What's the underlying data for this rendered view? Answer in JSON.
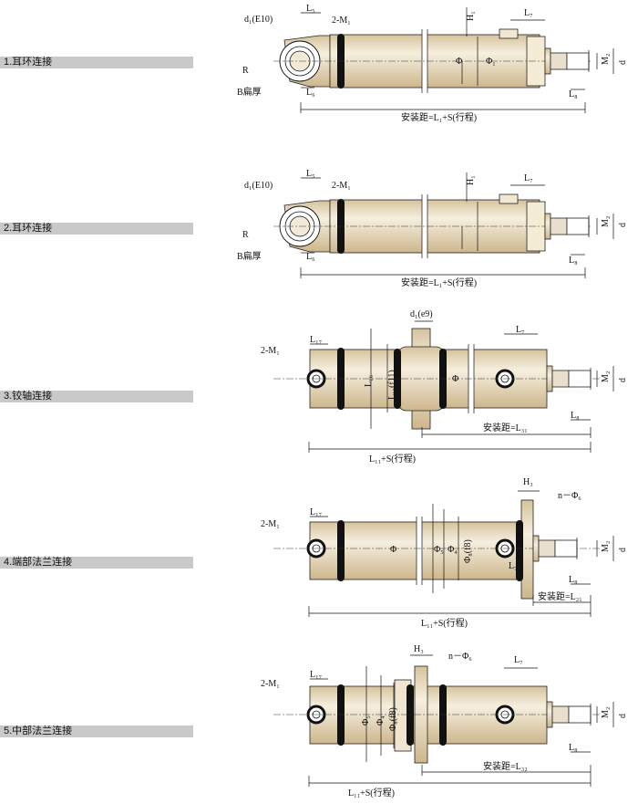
{
  "sections": [
    {
      "label": "1.耳环连接",
      "dims": [
        "d₁(E10)",
        "L₅",
        "2-M₁",
        "H₁",
        "L₇",
        "R",
        "B扁厚",
        "L₆",
        "L₈",
        "M₂",
        "d",
        "安装距=L₁+S(行程)",
        "Φ",
        "Φ₁"
      ]
    },
    {
      "label": "2.耳环连接",
      "dims": [
        "d₁(E10)",
        "L₅",
        "2-M₁",
        "H₁",
        "L₇",
        "R",
        "B扁厚",
        "L₆",
        "L₈",
        "M₂",
        "d",
        "安装距=L₁+S(行程)"
      ]
    },
    {
      "label": "3.铰轴连接",
      "dims": [
        "d₁(e9)",
        "L₁₇",
        "2-M₁",
        "L₇",
        "L₁₆",
        "L₁₅(f11)",
        "Φ",
        "L₈",
        "M₂",
        "d",
        "安装距=L₃₁",
        "L₁₁+S(行程)"
      ]
    },
    {
      "label": "4.端部法兰连接",
      "dims": [
        "H₃",
        "n－Φ₆",
        "L₁₇",
        "2-M₁",
        "Φ",
        "Φ₅",
        "Φ₄",
        "Φ₈(f8)",
        "L₇",
        "M₂",
        "d",
        "L₈",
        "安装距=L₂₁",
        "L₁₁+S(行程)"
      ]
    },
    {
      "label": "5.中部法兰连接",
      "dims": [
        "H₃",
        "n－Φ₆",
        "L₇",
        "L₁₇",
        "2-M₁",
        "Φ₅",
        "Φ₄",
        "Φ₈(f8)",
        "M₂",
        "d",
        "L₈",
        "安装距=L₃₂",
        "L₁₁+S(行程)"
      ]
    }
  ]
}
